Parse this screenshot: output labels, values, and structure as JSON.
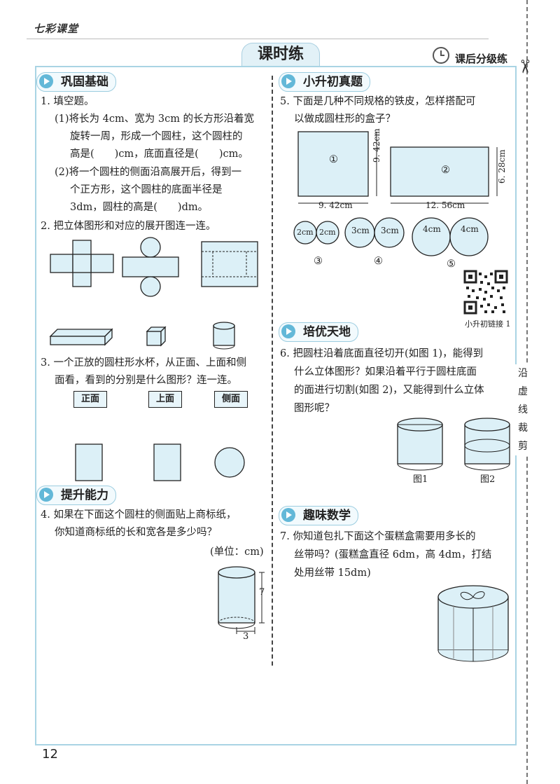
{
  "header": {
    "brand": "七彩课堂",
    "title": "课时练",
    "level": "课后分级练"
  },
  "sections": {
    "s1": "巩固基础",
    "s2": "小升初真题",
    "s3": "培优天地",
    "s4": "提升能力",
    "s5": "趣味数学"
  },
  "q1": {
    "stem": "1. 填空题。",
    "p1a": "(1)将长为 4cm、宽为 3cm 的长方形沿着宽",
    "p1b": "旋转一周，形成一个圆柱，这个圆柱的",
    "p1c": "高是(　　)cm，底面直径是(　　)cm。",
    "p2a": "(2)将一个圆柱的侧面沿高展开后，得到一",
    "p2b": "个正方形，这个圆柱的底面半径是",
    "p2c": "3dm，圆柱的高是(　　)dm。"
  },
  "q2": {
    "stem": "2. 把立体图形和对应的展开图连一连。"
  },
  "q3": {
    "l1": "3. 一个正放的圆柱形水杯，从正面、上面和侧",
    "l2": "面看，看到的分别是什么图形？连一连。",
    "views": [
      "正面",
      "上面",
      "侧面"
    ]
  },
  "q4": {
    "l1": "4. 如果在下面这个圆柱的侧面贴上商标纸，",
    "l2": "你知道商标纸的长和宽各是多少吗？",
    "unit": "(单位：cm)",
    "h": "7",
    "r": "3"
  },
  "q5": {
    "l1": "5. 下面是几种不同规格的铁皮，怎样搭配可",
    "l2": "以做成圆柱形的盒子？",
    "sq_label": "①",
    "sq_side": "9. 42cm",
    "sq_bottom": "9. 42cm",
    "rect_label": "②",
    "rect_side": "6. 28cm",
    "rect_bottom": "12. 56cm",
    "circles": [
      {
        "d": "2cm",
        "tag": "③"
      },
      {
        "d": "3cm",
        "tag": "④"
      },
      {
        "d": "4cm",
        "tag": "⑤"
      }
    ],
    "qr_caption": "小升初链接 1"
  },
  "q6": {
    "l1": "6. 把圆柱沿着底面直径切开(如图 1)，能得到",
    "l2": "什么立体图形？如果沿着平行于圆柱底面",
    "l3": "的面进行切割(如图 2)，又能得到什么立体",
    "l4": "图形呢？",
    "fig1": "图1",
    "fig2": "图2"
  },
  "q7": {
    "l1": "7. 你知道包扎下面这个蛋糕盒需要用多长的",
    "l2": "丝带吗？(蛋糕盒直径 6dm，高 4dm，打结",
    "l3": "处用丝带 15dm)"
  },
  "side_text": "沿虚线裁剪",
  "page_number": "12"
}
